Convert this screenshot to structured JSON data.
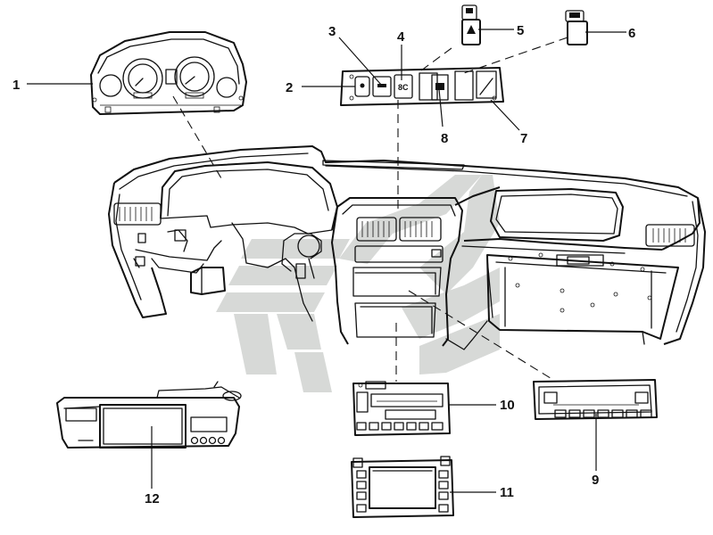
{
  "callouts": [
    {
      "id": "1",
      "label": "1"
    },
    {
      "id": "2",
      "label": "2"
    },
    {
      "id": "3",
      "label": "3"
    },
    {
      "id": "4",
      "label": "4"
    },
    {
      "id": "5",
      "label": "5"
    },
    {
      "id": "6",
      "label": "6"
    },
    {
      "id": "7",
      "label": "7"
    },
    {
      "id": "8",
      "label": "8"
    },
    {
      "id": "9",
      "label": "9"
    },
    {
      "id": "10",
      "label": "10"
    },
    {
      "id": "11",
      "label": "11"
    },
    {
      "id": "12",
      "label": "12"
    }
  ],
  "colors": {
    "line": "#111111",
    "watermark": "#c9ccc9",
    "background": "#ffffff"
  }
}
